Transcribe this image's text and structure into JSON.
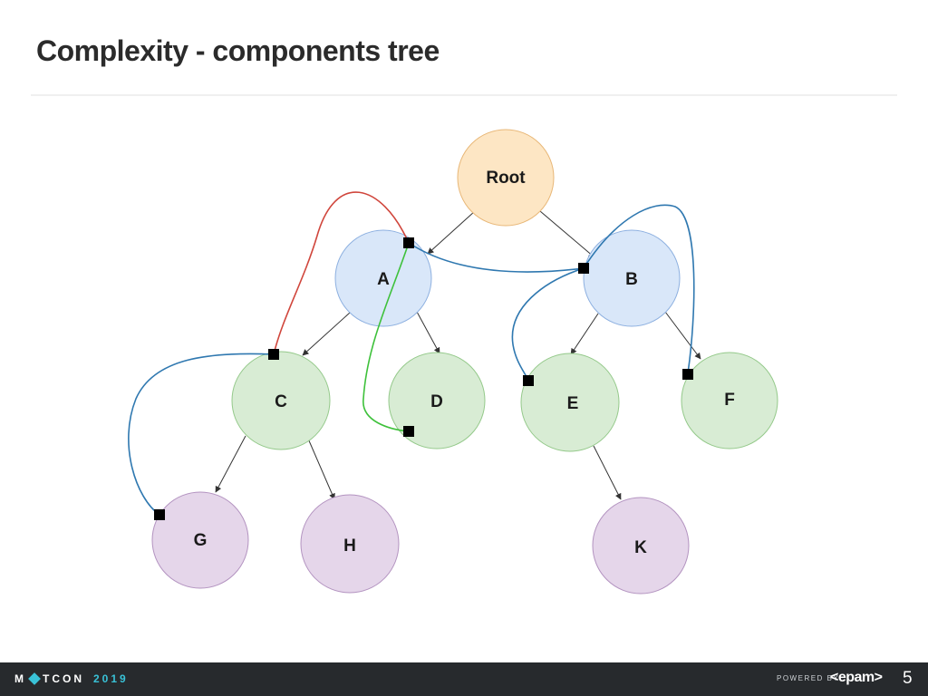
{
  "slide": {
    "title": "Complexity - components tree",
    "page_number": "5"
  },
  "diagram": {
    "nodes": [
      {
        "id": "root",
        "label": "Root",
        "color": "#fde6c4",
        "stroke": "#e8b777"
      },
      {
        "id": "a",
        "label": "A",
        "color": "#d9e7f9",
        "stroke": "#8db0e0"
      },
      {
        "id": "b",
        "label": "B",
        "color": "#d9e7f9",
        "stroke": "#8db0e0"
      },
      {
        "id": "c",
        "label": "C",
        "color": "#d8ecd4",
        "stroke": "#94c98a"
      },
      {
        "id": "d",
        "label": "D",
        "color": "#d8ecd4",
        "stroke": "#94c98a"
      },
      {
        "id": "e",
        "label": "E",
        "color": "#d8ecd4",
        "stroke": "#94c98a"
      },
      {
        "id": "f",
        "label": "F",
        "color": "#d8ecd4",
        "stroke": "#94c98a"
      },
      {
        "id": "g",
        "label": "G",
        "color": "#e5d6ea",
        "stroke": "#b393c0"
      },
      {
        "id": "h",
        "label": "H",
        "color": "#e5d6ea",
        "stroke": "#b393c0"
      },
      {
        "id": "k",
        "label": "K",
        "color": "#e5d6ea",
        "stroke": "#b393c0"
      }
    ],
    "edges": [
      {
        "from": "root",
        "to": "a"
      },
      {
        "from": "root",
        "to": "b"
      },
      {
        "from": "a",
        "to": "c"
      },
      {
        "from": "a",
        "to": "d"
      },
      {
        "from": "b",
        "to": "e"
      },
      {
        "from": "b",
        "to": "f"
      },
      {
        "from": "c",
        "to": "g"
      },
      {
        "from": "c",
        "to": "h"
      },
      {
        "from": "e",
        "to": "k"
      }
    ],
    "connection_colors": {
      "red": "#d0463c",
      "green": "#3ec13b",
      "blue": "#2f78b0"
    }
  },
  "footer": {
    "logo_left": "M",
    "logo_right": "TCON",
    "logo_year": "2019",
    "powered_by": "POWERED BY",
    "brand": "<epam>"
  }
}
